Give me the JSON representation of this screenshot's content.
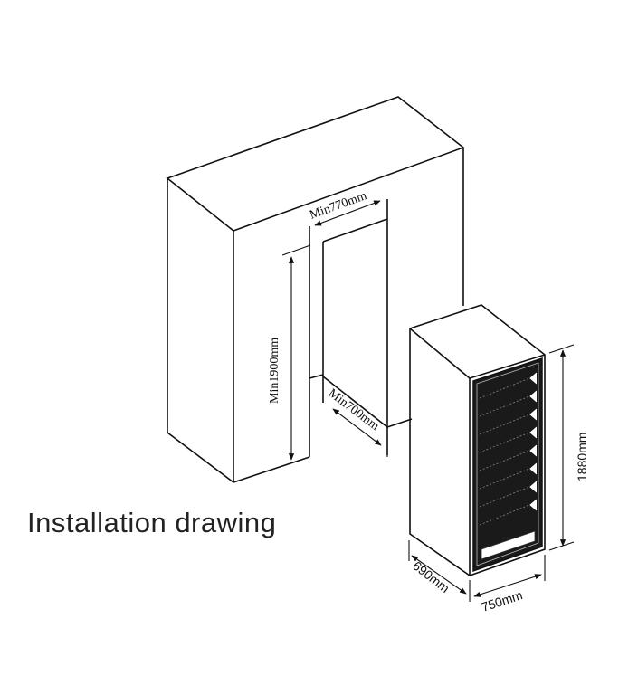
{
  "title": "Installation drawing",
  "cabinet": {
    "width_label": "Min770mm",
    "height_label": "Min1900mm",
    "depth_label": "Min700mm"
  },
  "appliance": {
    "height_label": "1880mm",
    "depth_label": "690mm",
    "width_label": "750mm",
    "shelf_count": 8
  }
}
